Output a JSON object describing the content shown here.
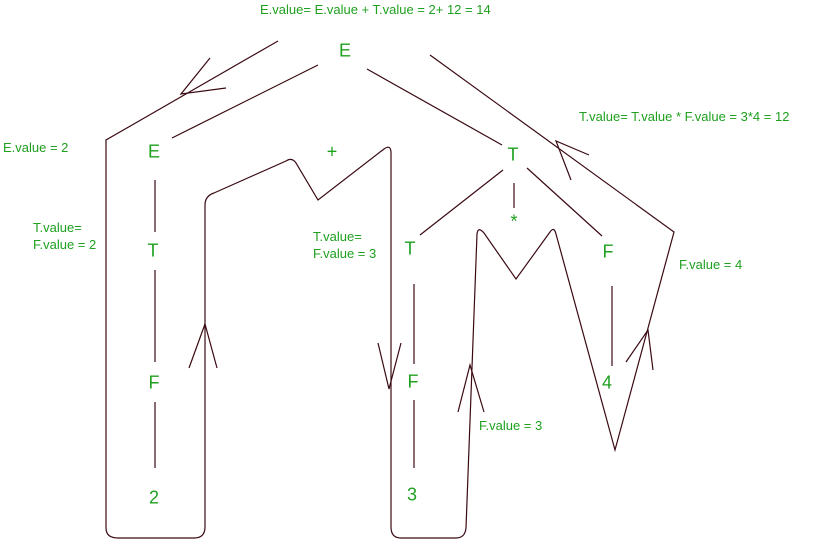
{
  "diagram": {
    "nodes": {
      "e_root": "E",
      "e_left": "E",
      "plus": "+",
      "t_right": "T",
      "t_left": "T",
      "star": "*",
      "t_mid": "T",
      "f_right": "F",
      "f_left": "F",
      "f_mid": "F",
      "num2": "2",
      "num3": "3",
      "num4": "4"
    },
    "annotations": {
      "top": "E.value= E.value + T.value = 2+ 12 = 14",
      "e_left": "E.value = 2",
      "t_left_line1": "T.value=",
      "t_left_line2": "F.value = 2",
      "t_mid_line1": "T.value=",
      "t_mid_line2": "F.value = 3",
      "t_right": "T.value= T.value * F.value = 3*4 = 12",
      "f_mid": "F.value = 3",
      "f_right": "F.value = 4"
    },
    "colors": {
      "text": "#1fa01f",
      "lines": "#3a0a12"
    }
  }
}
